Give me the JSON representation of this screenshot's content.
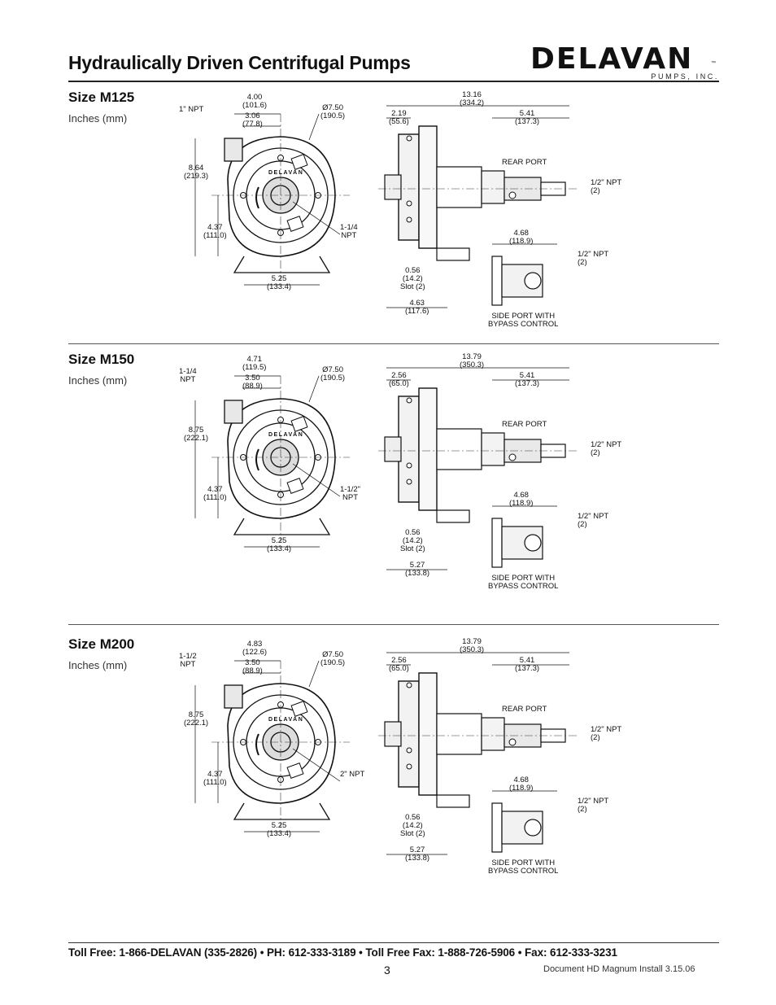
{
  "header": {
    "title": "Hydraulically Driven Centrifugal Pumps",
    "logo_text": "DELAVAN",
    "logo_subtext": "PUMPS, INC.",
    "logo_tm": "™"
  },
  "sections": [
    {
      "title": "Size M125",
      "units": "Inches (mm)",
      "front": {
        "top_width": "4.00\n(101.6)",
        "inner_width": "3.06\n(77.8)",
        "inlet_npt": "1\" NPT",
        "diameter": "Ø7.50\n(190.5)",
        "height": "8.64\n(219.3)",
        "center_height": "4.37\n(111.0)",
        "outlet_npt": "1-1/4\nNPT",
        "base_width": "5.25\n(133.4)",
        "brand": "DELAVAN"
      },
      "side": {
        "overall": "13.16\n(334.2)",
        "flange": "2.19\n(55.6)",
        "motor": "5.41\n(137.3)",
        "rear_port": "REAR PORT",
        "rear_npt": "1/2\" NPT\n(2)",
        "port_offset": "4.68\n(118.9)",
        "side_npt": "1/2\" NPT\n(2)",
        "slot": "0.56\n(14.2)\nSlot (2)",
        "base": "4.63\n(117.6)",
        "bypass": "SIDE PORT WITH\nBYPASS CONTROL"
      }
    },
    {
      "title": "Size M150",
      "units": "Inches (mm)",
      "front": {
        "top_width": "4.71\n(119.5)",
        "inner_width": "3.50\n(88.9)",
        "inlet_npt": "1-1/4\nNPT",
        "diameter": "Ø7.50\n(190.5)",
        "height": "8.75\n(222.1)",
        "center_height": "4.37\n(111.0)",
        "outlet_npt": "1-1/2\"\nNPT",
        "base_width": "5.25\n(133.4)",
        "brand": "DELAVAN"
      },
      "side": {
        "overall": "13.79\n(350.3)",
        "flange": "2.56\n(65.0)",
        "motor": "5.41\n(137.3)",
        "rear_port": "REAR PORT",
        "rear_npt": "1/2\" NPT\n(2)",
        "port_offset": "4.68\n(118.9)",
        "side_npt": "1/2\" NPT\n(2)",
        "slot": "0.56\n(14.2)\nSlot (2)",
        "base": "5.27\n(133.8)",
        "bypass": "SIDE PORT WITH\nBYPASS CONTROL"
      }
    },
    {
      "title": "Size M200",
      "units": "Inches (mm)",
      "front": {
        "top_width": "4.83\n(122.6)",
        "inner_width": "3.50\n(88.9)",
        "inlet_npt": "1-1/2\nNPT",
        "diameter": "Ø7.50\n(190.5)",
        "height": "8.75\n(222.1)",
        "center_height": "4.37\n(111.0)",
        "outlet_npt": "2\" NPT",
        "base_width": "5.25\n(133.4)",
        "brand": "DELAVAN"
      },
      "side": {
        "overall": "13.79\n(350.3)",
        "flange": "2.56\n(65.0)",
        "motor": "5.41\n(137.3)",
        "rear_port": "REAR PORT",
        "rear_npt": "1/2\" NPT\n(2)",
        "port_offset": "4.68\n(118.9)",
        "side_npt": "1/2\" NPT\n(2)",
        "slot": "0.56\n(14.2)\nSlot (2)",
        "base": "5.27\n(133.8)",
        "bypass": "SIDE PORT WITH\nBYPASS CONTROL"
      }
    }
  ],
  "footer": {
    "contact": "Toll Free: 1-866-DELAVAN (335-2826) • PH: 612-333-3189 • Toll Free Fax: 1-888-726-5906 • Fax: 612-333-3231",
    "page_number": "3",
    "document": "Document HD Magnum Install     3.15.06"
  }
}
